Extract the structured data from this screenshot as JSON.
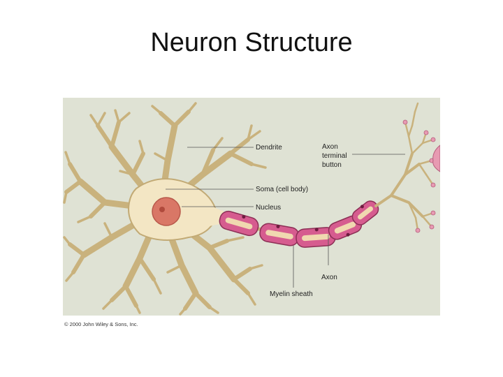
{
  "slide": {
    "title": "Neuron Structure"
  },
  "figure": {
    "labels": {
      "dendrite": "Dendrite",
      "axon_terminal_line1": "Axon",
      "axon_terminal_line2": "terminal",
      "axon_terminal_line3": "button",
      "soma": "Soma (cell body)",
      "nucleus": "Nucleus",
      "axon": "Axon",
      "myelin_sheath": "Myelin sheath"
    },
    "copyright": "© 2000 John Wiley & Sons, Inc.",
    "colors": {
      "background": "#dfe2d4",
      "cell_body": "#f3e6c4",
      "cell_outline": "#c2aa75",
      "nucleus": "#d97766",
      "myelin": "#d65c8f",
      "terminal": "#e79ab2"
    }
  }
}
